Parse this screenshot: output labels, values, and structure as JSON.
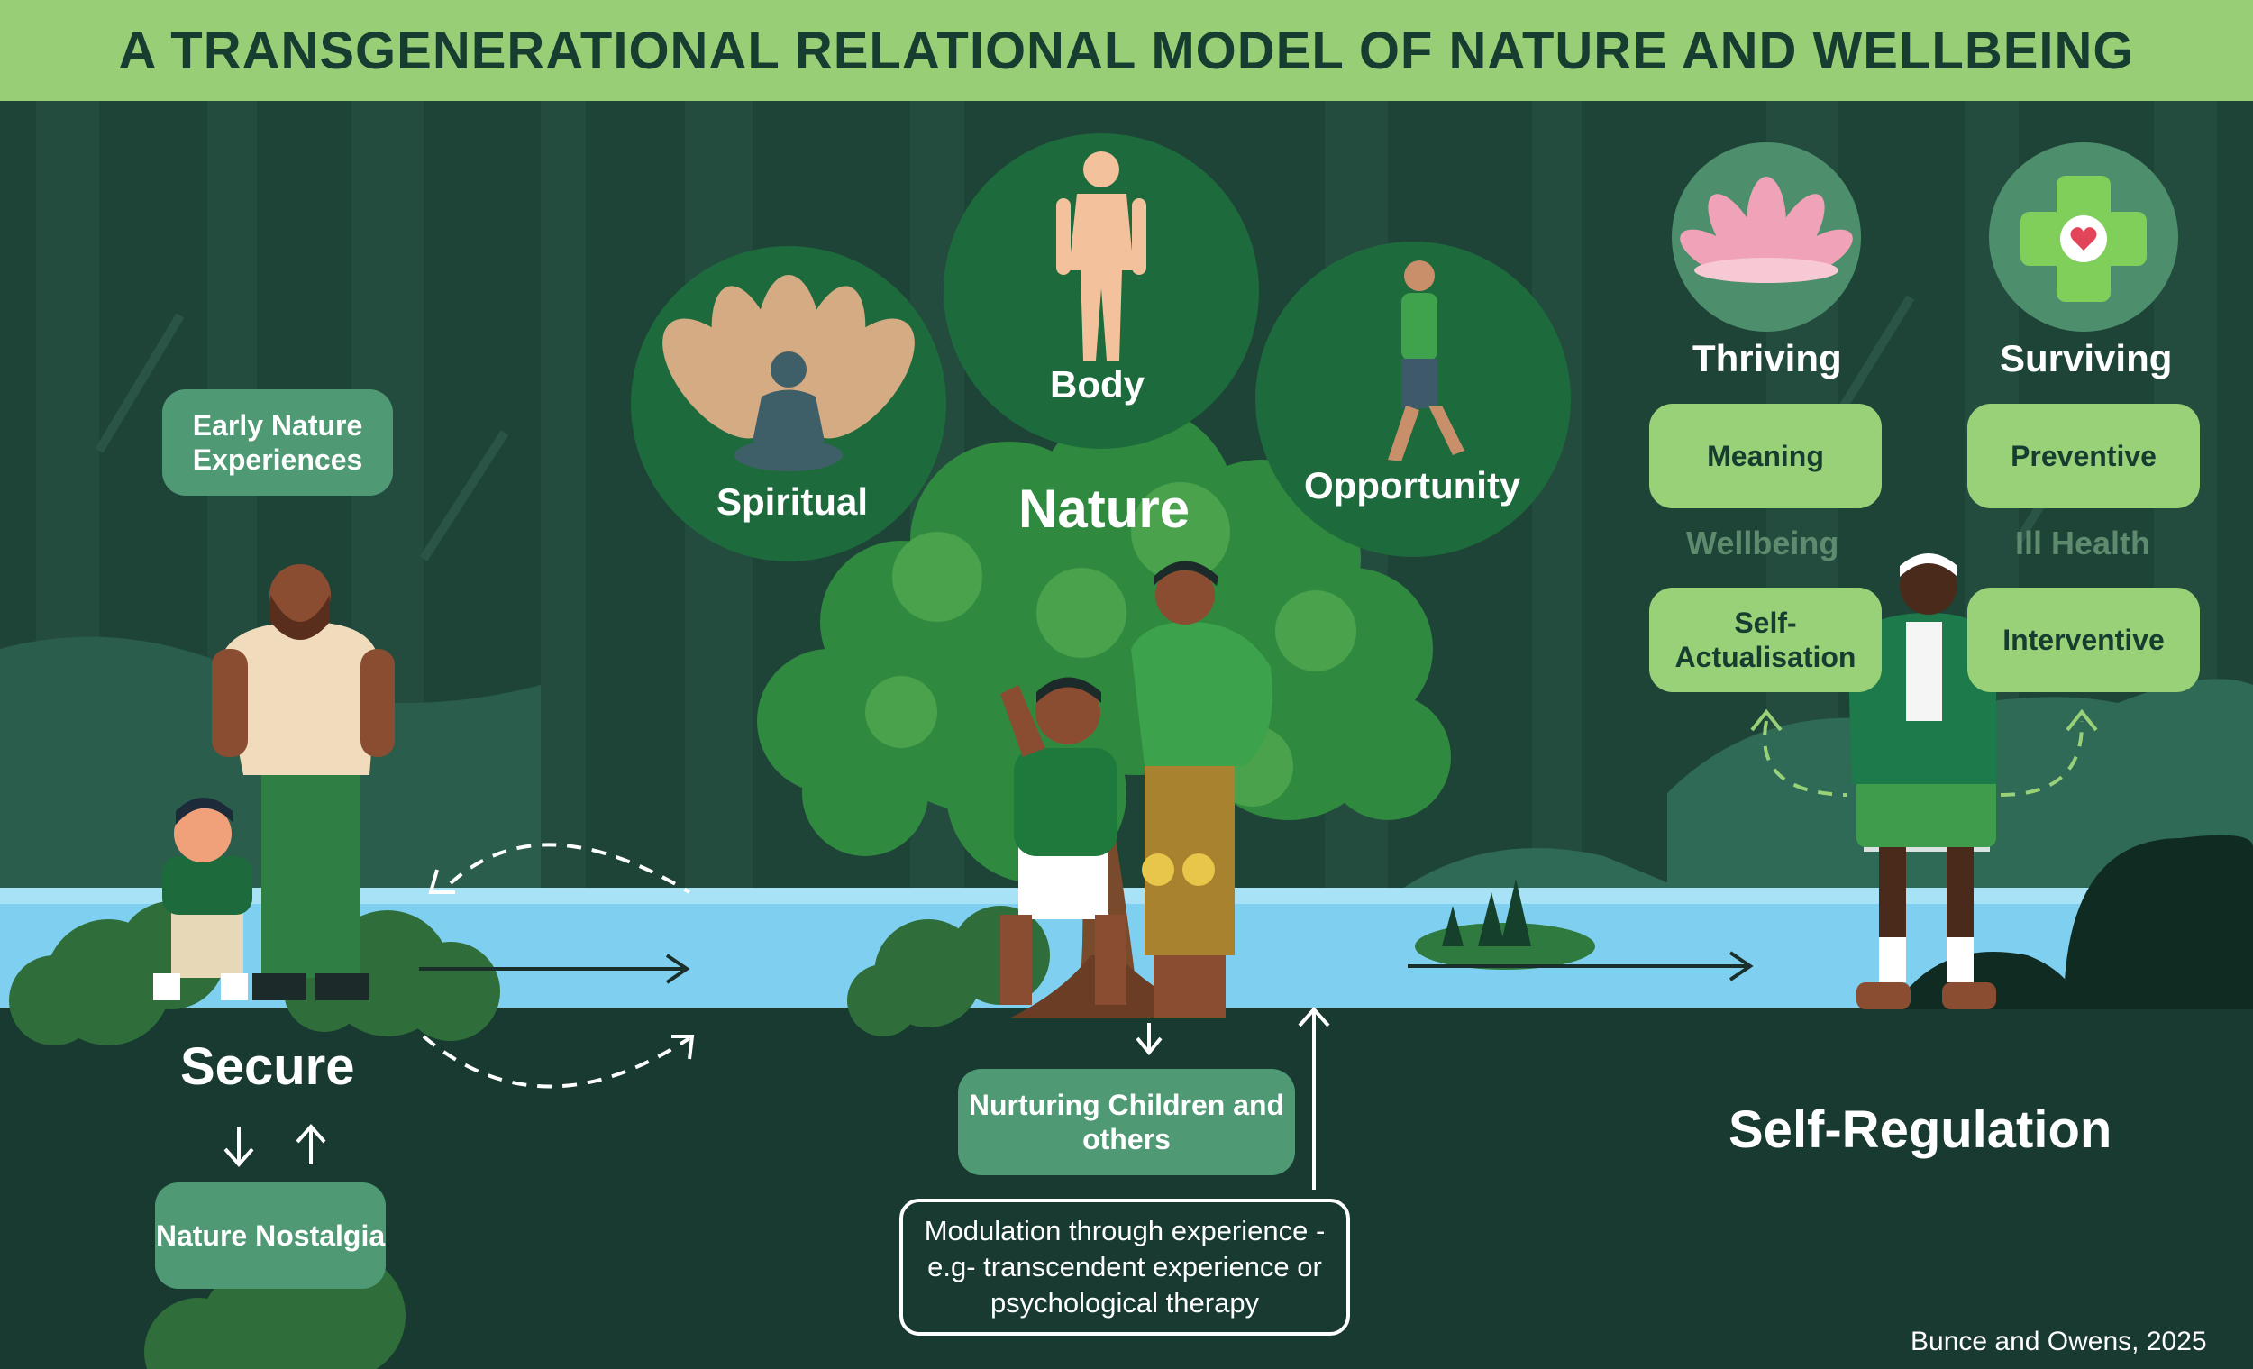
{
  "title": "A TRANSGENERATIONAL RELATIONAL MODEL OF NATURE AND WELLBEING",
  "nature": {
    "center_label": "Nature",
    "circles": {
      "spiritual": "Spiritual",
      "body": "Body",
      "opportunity": "Opportunity"
    }
  },
  "left": {
    "early_experiences": "Early Nature Experiences",
    "secure": "Secure",
    "nostalgia": "Nature Nostalgia"
  },
  "middle": {
    "nurturing": "Nurturing Children and others",
    "modulation": "Modulation through experience - e.g- transcendent experience or psychological therapy"
  },
  "right": {
    "thriving": "Thriving",
    "surviving": "Surviving",
    "meaning": "Meaning",
    "preventive": "Preventive",
    "wellbeing": "Wellbeing",
    "ill_health": "Ill Health",
    "self_actualisation": "Self-Actualisation",
    "interventive": "Interventive",
    "self_regulation": "Self-Regulation"
  },
  "citation": "Bunce and Owens, 2025",
  "colors": {
    "banner": "#98ce76",
    "forest": "#1e4438",
    "ground": "#183a31",
    "water": "#7fd0f0",
    "circle": "#1d6b3c",
    "box_dark": "#4f9a74",
    "box_light": "#99d178"
  }
}
